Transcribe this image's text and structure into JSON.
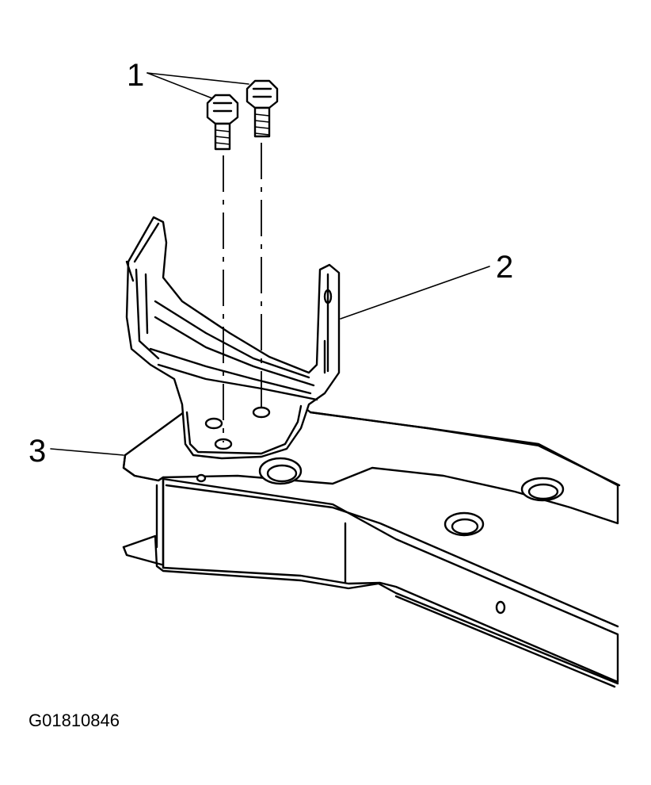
{
  "callouts": {
    "bolts": "1",
    "bracket": "2",
    "frame": "3"
  },
  "figure_id": "G01810846",
  "parts": {
    "bolt_icon": "hex-bolt-icon",
    "bracket_icon": "bracket-icon",
    "frame_icon": "frame-rail-icon"
  },
  "colors": {
    "line": "#000000",
    "background": "#ffffff"
  }
}
